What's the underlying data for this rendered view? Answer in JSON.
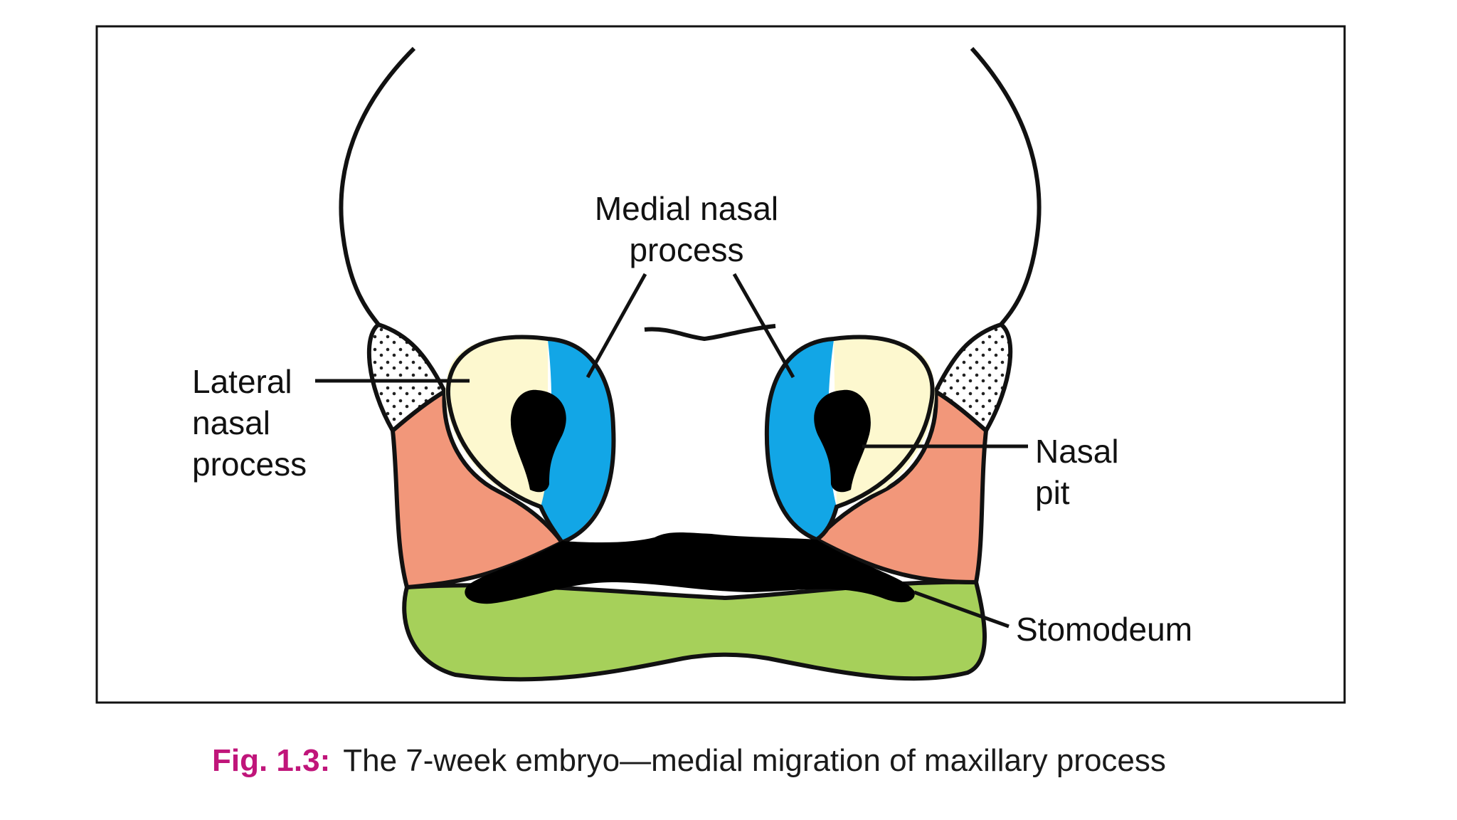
{
  "figure": {
    "labels": {
      "medial_line1": "Medial nasal",
      "medial_line2": "process",
      "lateral_line1": "Lateral",
      "lateral_line2": "nasal",
      "lateral_line3": "process",
      "nasal_pit_line1": "Nasal",
      "nasal_pit_line2": "pit",
      "stomodeum": "Stomodeum"
    },
    "caption": {
      "number": "Fig. 1.3:",
      "text": "The 7-week embryo—medial migration of maxillary  process"
    }
  },
  "colors": {
    "caption_number": "#c0157a",
    "lateral_nasal": "#fdf8cf",
    "medial_nasal": "#12a6e6",
    "maxillary": "#f2977a",
    "mandibular": "#a6d05a",
    "pit_and_mouth": "#000000",
    "stippled": "#ffffff"
  }
}
